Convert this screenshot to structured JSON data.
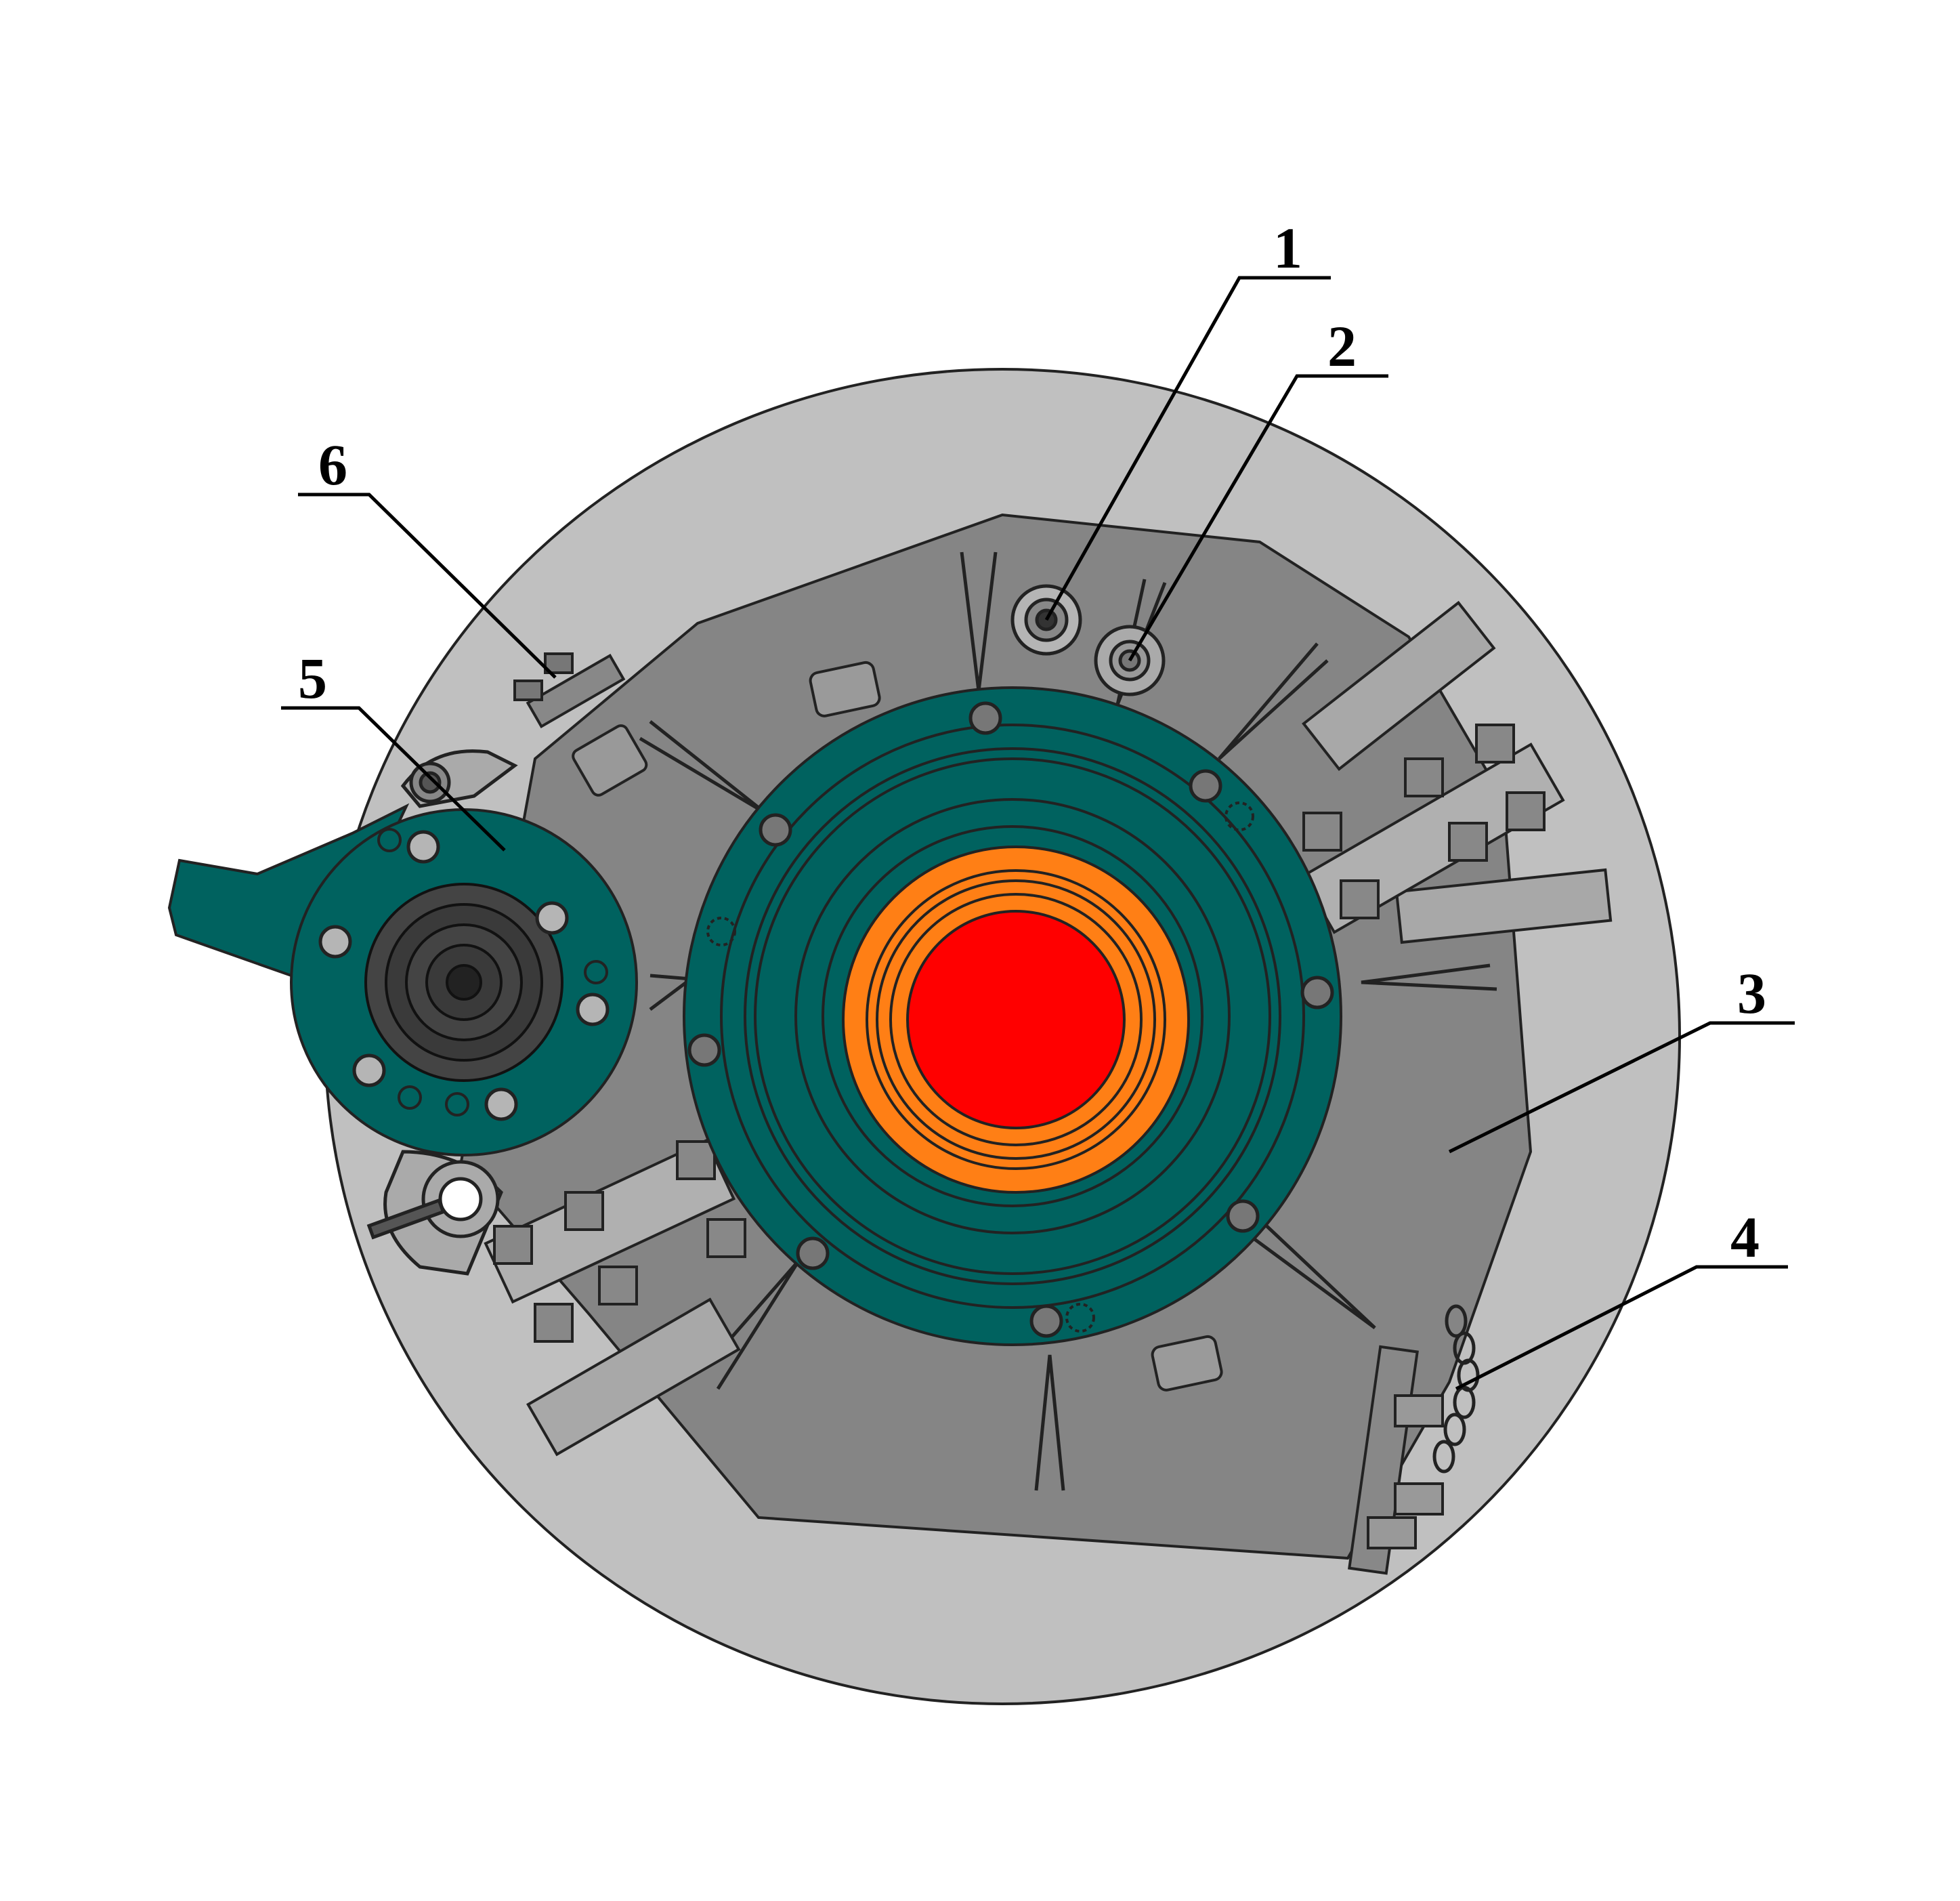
{
  "callouts": [
    {
      "id": "1",
      "label": "1"
    },
    {
      "id": "2",
      "label": "2"
    },
    {
      "id": "3",
      "label": "3"
    },
    {
      "id": "4",
      "label": "4"
    },
    {
      "id": "5",
      "label": "5"
    },
    {
      "id": "6",
      "label": "6"
    }
  ],
  "colors": {
    "outer_disc": "#c0c0c0",
    "housing": "#858585",
    "flange": "#00625f",
    "ring": "#ff7f15",
    "core": "#ff0000",
    "bolt": "#9a9a9a",
    "hub": "#444444",
    "bar": "#a8a8a8"
  }
}
